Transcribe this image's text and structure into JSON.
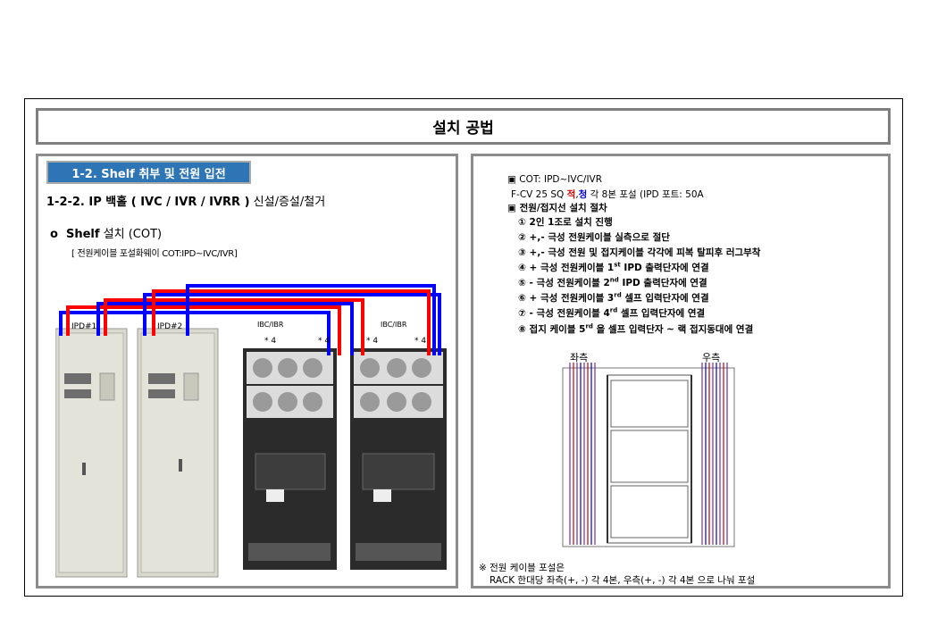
{
  "title": "설치 공법",
  "left": {
    "section_tag": "1-2. Shelf 취부 및 전원 입전",
    "subtitle_bold": "1-2-2. IP 백홀 ( IVC / IVR / IVRR )",
    "subtitle_rest": " 신설/증설/철거",
    "bullet_marker": "o",
    "bullet_bold": "Shelf",
    "bullet_rest": " 설치 (COT)",
    "note": "[ 전원케이블 포설화웨이 COT:IPD~IVC/IVR]",
    "photo_labels": {
      "ipd1": "IPD#1",
      "ipd2": "IPD#2",
      "ibc1": "IBC/IBR",
      "ibc2": "IBC/IBR",
      "mult": "* 4"
    }
  },
  "right": {
    "cot_line": "▣ COT: IPD~IVC/IVR",
    "cable_pre": "F-CV 25 SQ ",
    "cable_red": "적",
    "cable_comma": ",",
    "cable_blue": "청",
    "cable_post": " 각 8본 포설 (IPD 포트: 50A",
    "procedure_title": "▣ 전원/접지선 설치 절차",
    "steps": [
      "① 2인 1조로 설치 진행",
      "② +,- 극성 전원케이블 실측으로 절단",
      "③ +,- 극성 전원 및 접지케이블 각각에 피복 탈피후 러그부착",
      "④ + 극성 전원케이블 1",
      "⑤ - 극성 전원케이블 2",
      "⑥ + 극성 전원케이블 3",
      "⑦ - 극성 전원케이블 4",
      "⑧ 접지 케이블 5"
    ],
    "step_sups": [
      "st",
      "nd",
      "rd",
      "rd",
      "rd"
    ],
    "step_tails": [
      " IPD 출력단자에 연결",
      " IPD 출력단자에 연결",
      " 셀프 입력단자에 연결",
      " 셀프 입력단자에 연결",
      " 을 셀프 입력단자 ~ 랙 접지동대에  연결"
    ],
    "rack_left_label": "좌측",
    "rack_right_label": "우측",
    "footnote_1": "※ 전원 케이블 포설은",
    "footnote_2": "RACK 한대당 좌측(+, -) 각 4본,  우측(+, -) 각 4본 으로 나눠 포설"
  },
  "colors": {
    "section_tag": "#2e75b6",
    "cable_red": "#e00000",
    "cable_blue": "#0000cc"
  }
}
